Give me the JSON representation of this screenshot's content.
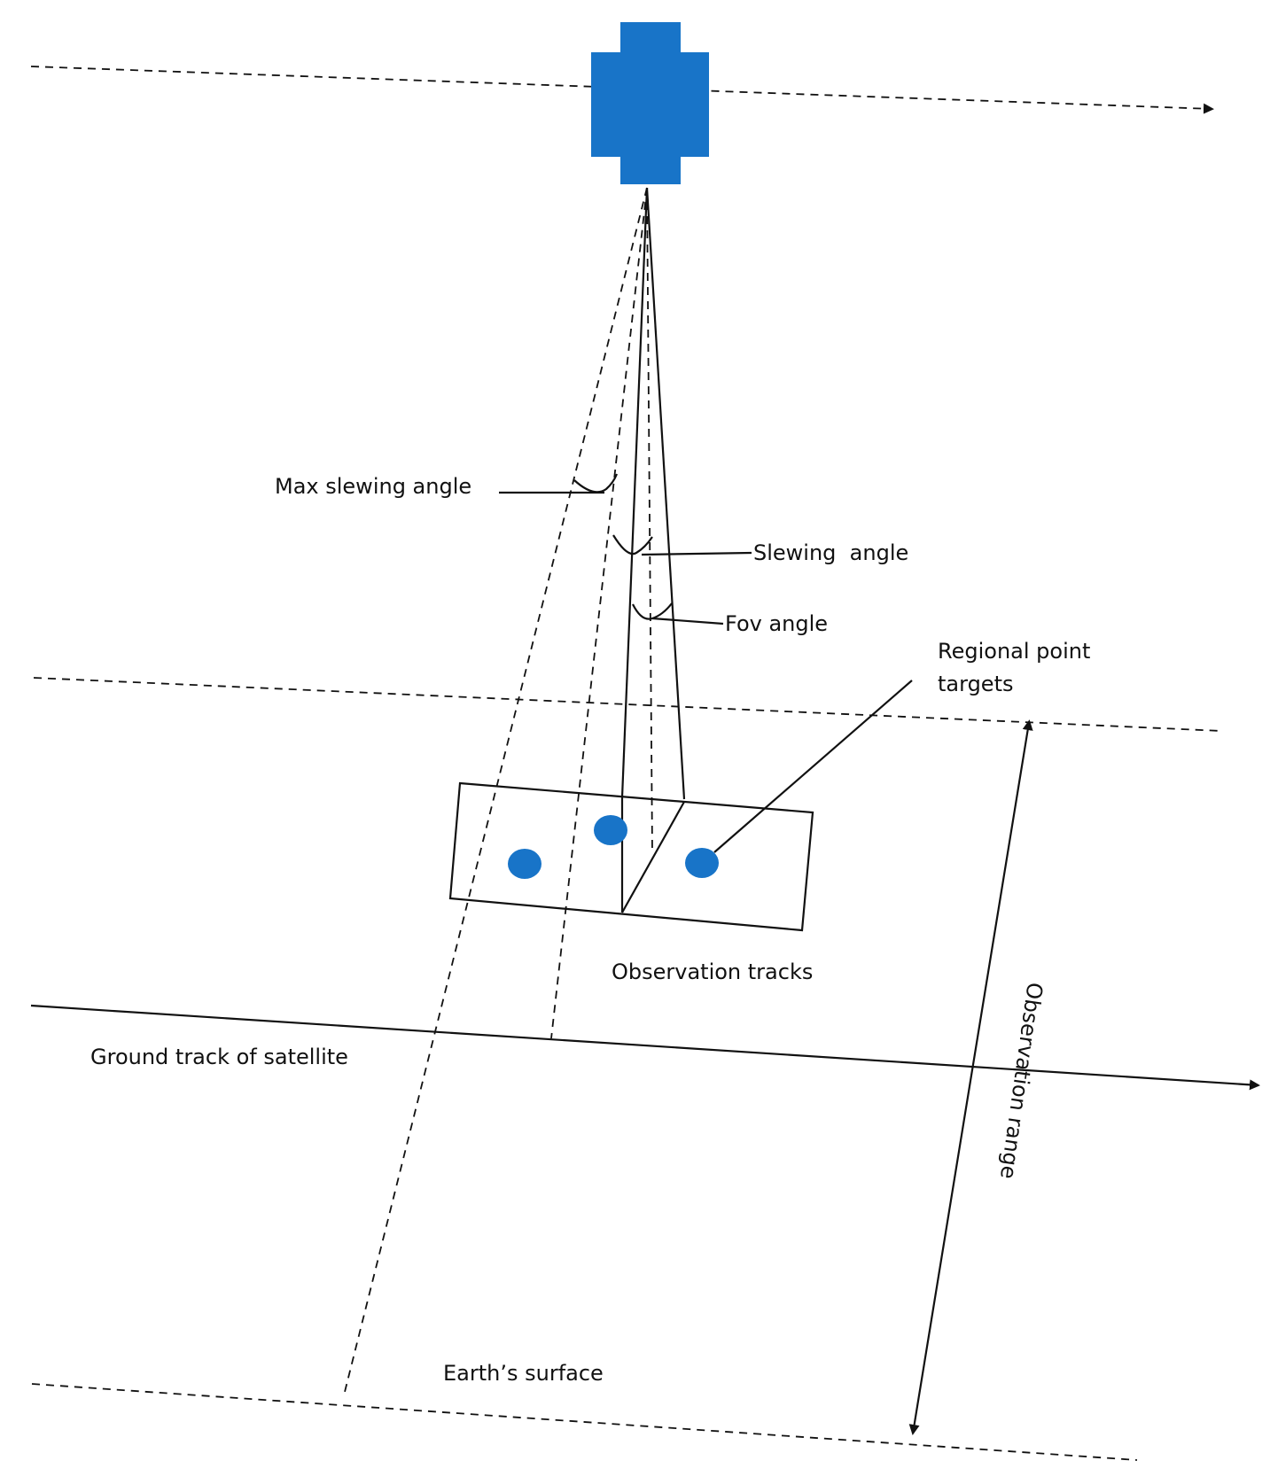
{
  "colors": {
    "satellite": "#1874c8",
    "targets": "#1874c8",
    "lines": "#111111"
  },
  "labels": {
    "max_slewing_angle": "Max slewing angle",
    "slewing_angle": "Slewing  angle",
    "fov_angle": "Fov angle",
    "regional_point_targets_line1": "Regional point",
    "regional_point_targets_line2": "targets",
    "observation_tracks": "Observation tracks",
    "ground_track": "Ground track of satellite",
    "observation_range": "Observation range",
    "earths_surface": "Earth’s surface"
  },
  "icons": {
    "satellite": "satellite-icon",
    "target": "target-point-icon"
  },
  "target_count": 3
}
